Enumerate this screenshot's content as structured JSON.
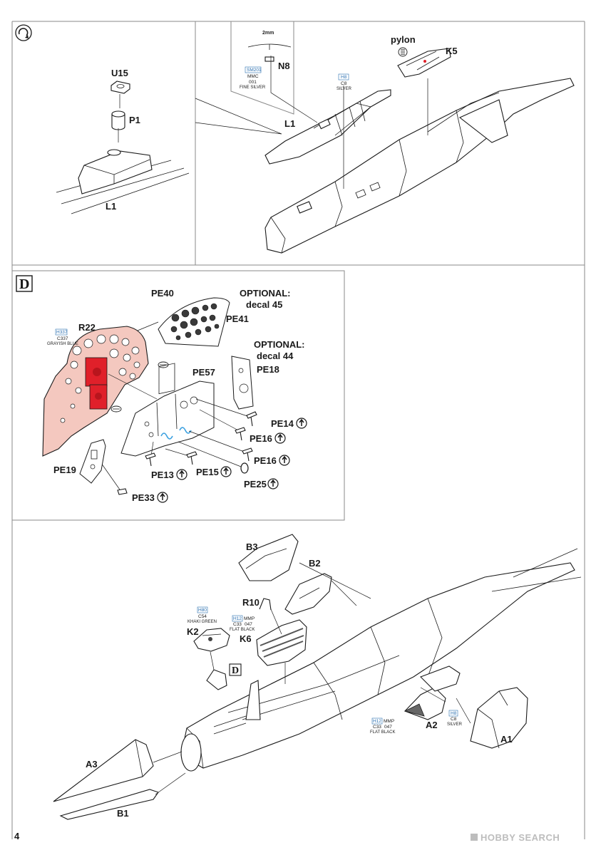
{
  "page_number": "4",
  "step_symbol": "D",
  "watermark": "HOBBY SEARCH",
  "top_left": {
    "parts": [
      "U15",
      "P1",
      "L1"
    ]
  },
  "top_right": {
    "inset": {
      "dimension": "2mm",
      "part": "N8",
      "paint": [
        "SM201",
        "MMC",
        "001",
        "FINE SILVER"
      ]
    },
    "parts": [
      "L1",
      "pylon",
      "K5"
    ],
    "paint": [
      "H8",
      "C8",
      "SILVER"
    ]
  },
  "cockpit_d": {
    "parts": [
      "PE40",
      "PE41",
      "R22",
      "PE18",
      "PE57",
      "PE14",
      "PE16",
      "PE16",
      "PE19",
      "PE13",
      "PE15",
      "PE25",
      "PE33"
    ],
    "optional_1": [
      "OPTIONAL:",
      "decal 45"
    ],
    "optional_2": [
      "OPTIONAL:",
      "decal 44"
    ],
    "paint": [
      "H337",
      "C337",
      "GRAYISH BLUE"
    ]
  },
  "bottom": {
    "parts": [
      "B3",
      "B2",
      "R10",
      "K2",
      "K6",
      "D",
      "A2",
      "A1",
      "A3",
      "B1"
    ],
    "paint_k2": [
      "H80",
      "C54",
      "KHAKI GREEN"
    ],
    "paint_k6": [
      "H12",
      "MMP",
      "C33",
      "047",
      "FLAT BLACK"
    ],
    "paint_a2": [
      "H12",
      "MMP",
      "C33",
      "047",
      "FLAT BLACK"
    ],
    "paint_a1": [
      "H8",
      "C8",
      "SILVER"
    ]
  },
  "colors": {
    "highlight_red": "#e0202a",
    "salmon_fill": "#f4c8bf",
    "paint_code_blue": "#2a6fb0",
    "callout_blue": "#3aa0e0"
  }
}
